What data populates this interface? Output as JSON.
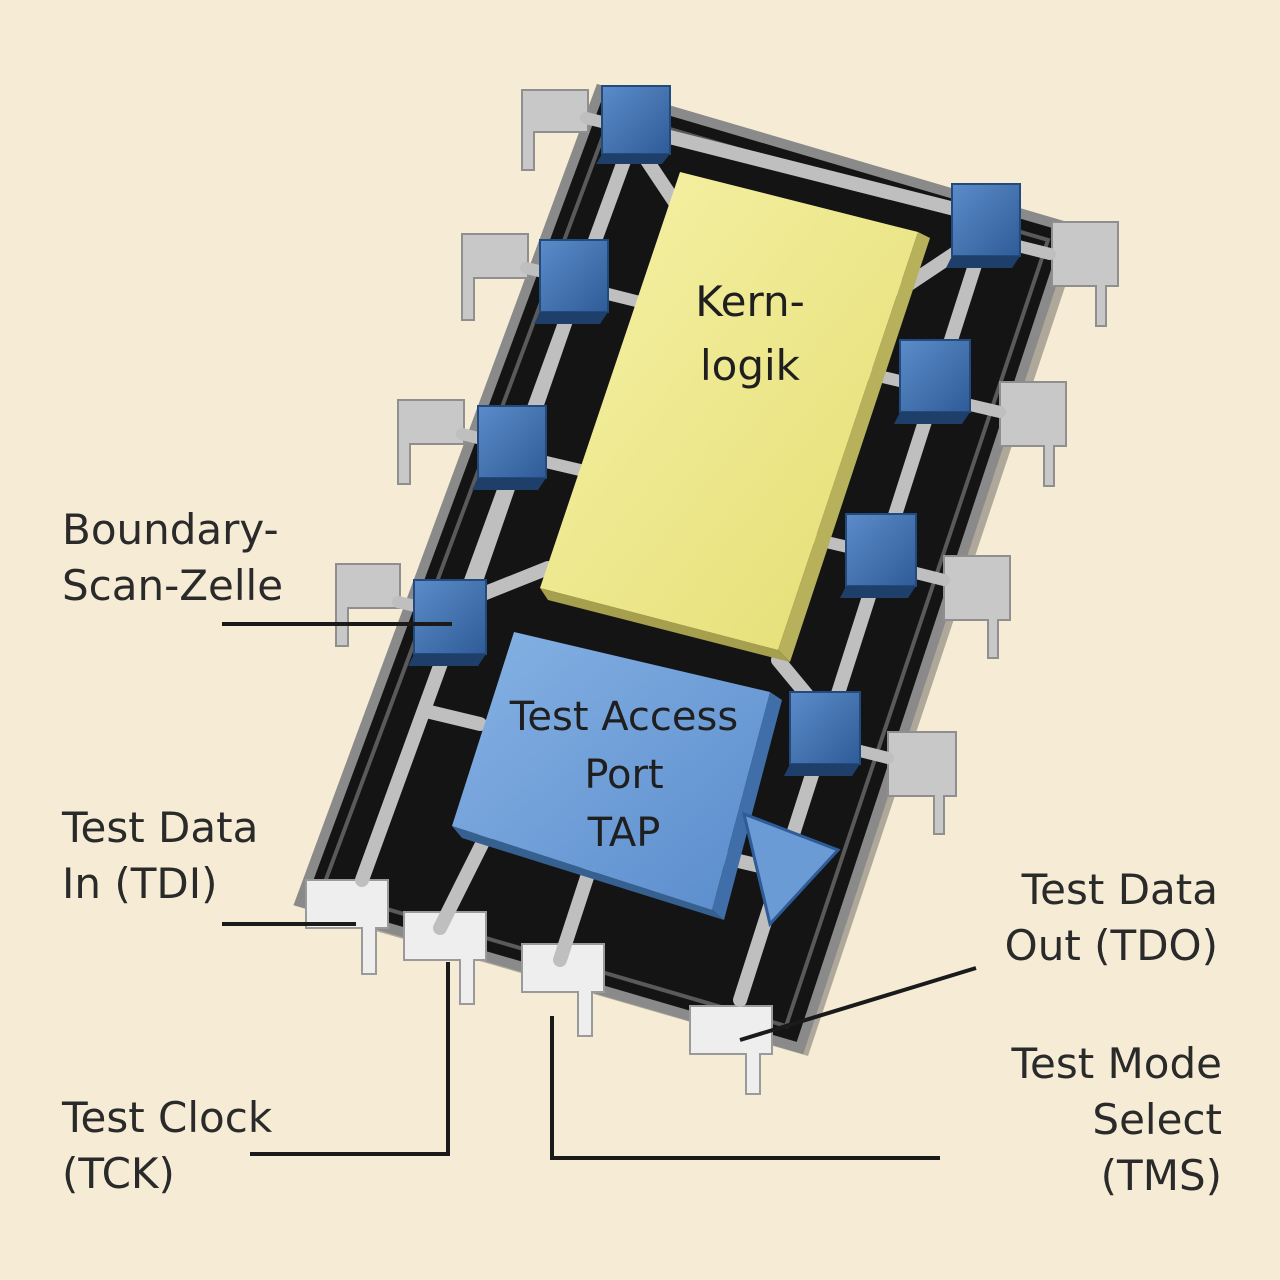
{
  "labels": {
    "core_logic": "Kern-\nlogik",
    "tap": "Test Access\nPort\nTAP",
    "boundary_scan_cell": "Boundary-\nScan-Zelle",
    "tdi": "Test Data\nIn (TDI)",
    "tck": "Test Clock\n(TCK)",
    "tdo": "Test Data\nOut (TDO)",
    "tms": "Test Mode\nSelect\n(TMS)"
  },
  "colors": {
    "background": "#f6ecd6",
    "chip_body": "#141414",
    "core_logic": "#eee88e",
    "tap": "#6b9bd4",
    "cell": "#3f6fae",
    "pin": "#c8c8c8",
    "bus": "#c9c9c9"
  }
}
